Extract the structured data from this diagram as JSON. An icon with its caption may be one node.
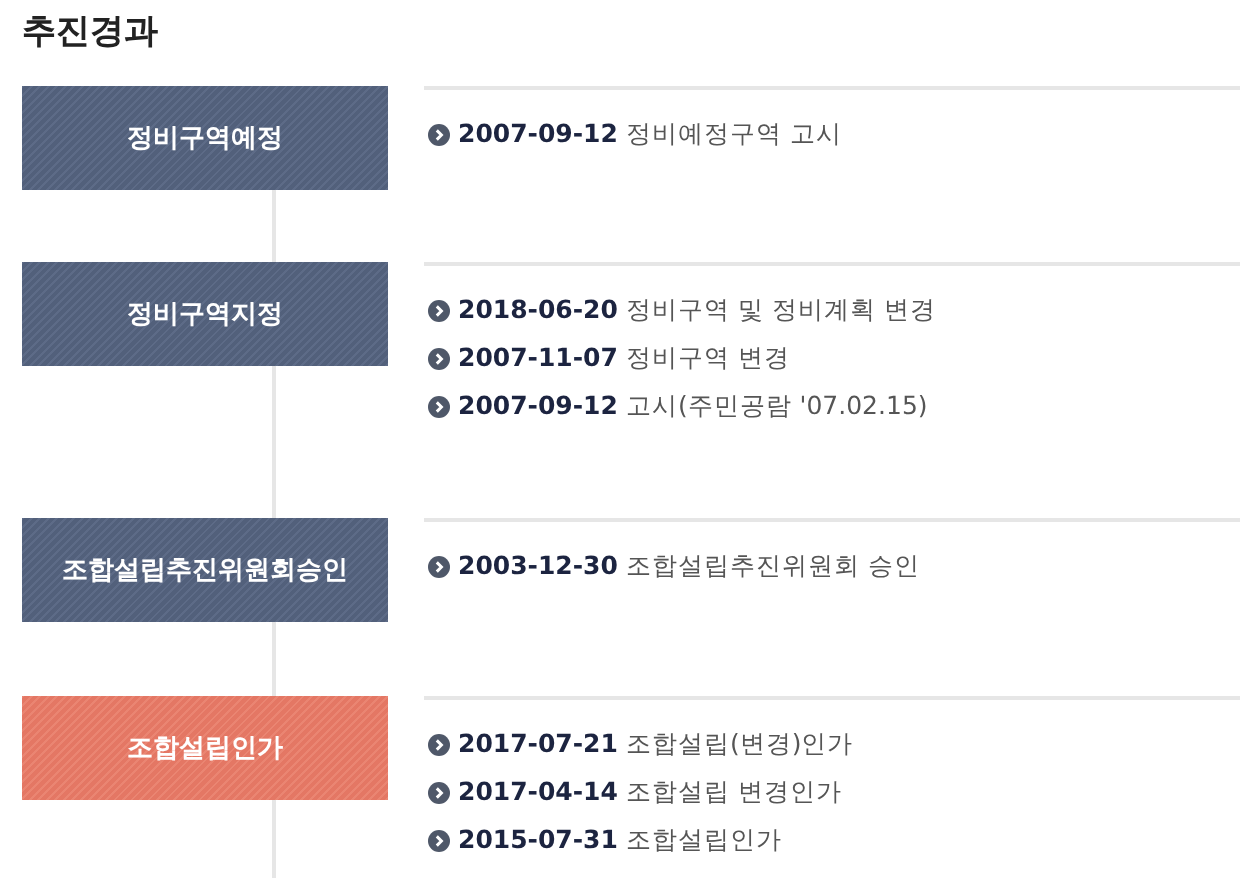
{
  "diagram": {
    "title": "추진경과",
    "nodes": [
      {
        "text": [
          "정비구역예정"
        ],
        "beside": [
          "**2007-09-12** 정비예정구역 고시"
        ]
      },
      {
        "text": [
          "정비구역지정"
        ],
        "beside": [
          "**2018-06-20** 정비구역 및 정비계획 변경",
          "**2007-11-07** 정비구역 변경",
          "**2007-09-12** 고시(주민공람 '07.02.15)"
        ]
      },
      {
        "text": [
          "조합설립추진위원회승인"
        ],
        "beside": [
          "**2003-12-30** 조합설립추진위원회 승인"
        ]
      },
      {
        "text": [
          "조합설립인가"
        ],
        "beside": [
          "**2017-07-21** 조합설립(변경)인가",
          "**2017-04-14** 조합설립 변경인가",
          "**2015-07-31** 조합설립인가"
        ]
      }
    ],
    "edges": [
      {
        "from": 0,
        "to": 1,
        "arrow": "none"
      },
      {
        "from": 1,
        "to": 2,
        "arrow": "none"
      },
      {
        "from": 2,
        "to": 3,
        "arrow": "none"
      }
    ]
  }
}
